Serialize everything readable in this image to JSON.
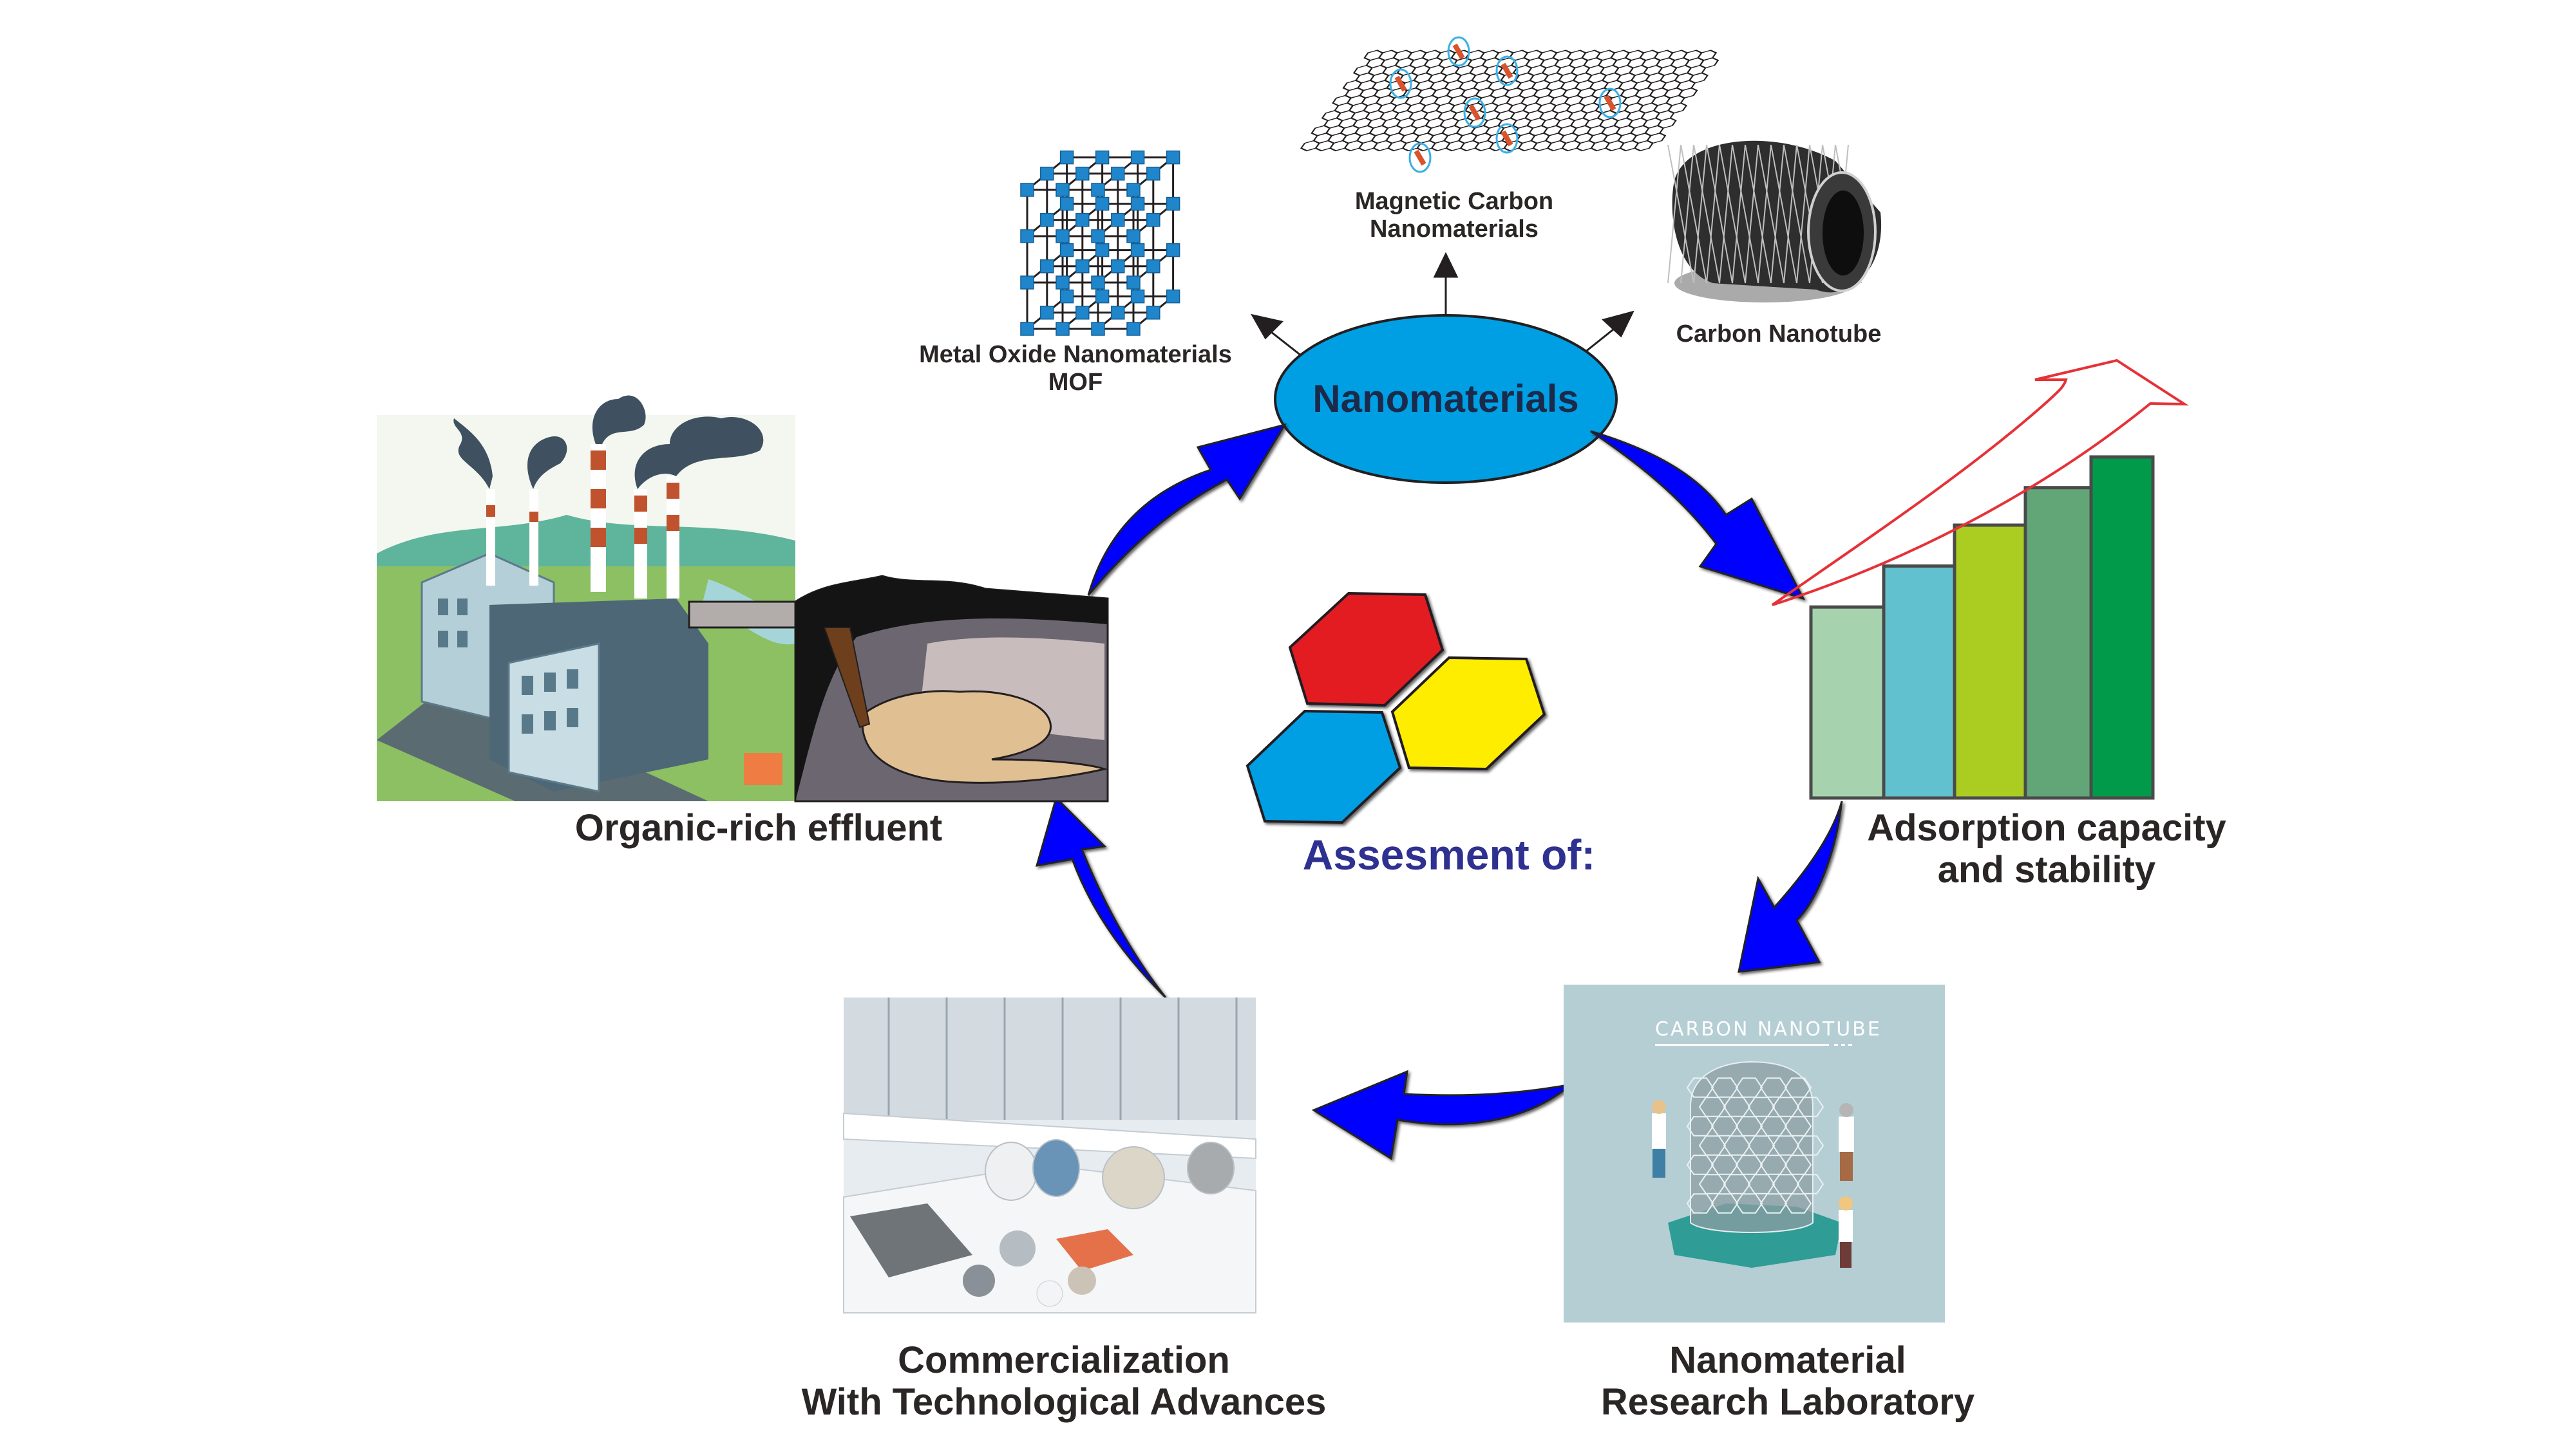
{
  "diagram": {
    "center": {
      "label": "Nanomaterials",
      "fill": "#009fe3"
    },
    "nanomaterial_types": [
      {
        "label_line1": "Metal Oxide Nanomaterials",
        "label_line2": "MOF",
        "icon": "mof-lattice-icon"
      },
      {
        "label_line1": "Magnetic Carbon",
        "label_line2": "Nanomaterials",
        "icon": "graphene-sheet-icon"
      },
      {
        "label_line1": "Carbon Nanotube",
        "label_line2": "",
        "icon": "carbon-nanotube-icon"
      }
    ],
    "stages": [
      {
        "id": "effluent",
        "label_line1": "Organic-rich effluent",
        "label_line2": "",
        "image": "factory-effluent-illustration"
      },
      {
        "id": "adsorption",
        "label_line1": "Adsorption capacity",
        "label_line2": "and stability",
        "image": "rising-bar-chart-icon"
      },
      {
        "id": "laboratory",
        "label_line1": "Nanomaterial",
        "label_line2": "Research Laboratory",
        "image": "carbon-nanotube-lab-poster",
        "poster_title": "CARBON NANOTUBE"
      },
      {
        "id": "commercialization",
        "label_line1": "Commercialization",
        "label_line2": "With Technological Advances",
        "image": "commercial-lab-photo"
      }
    ],
    "assessment": {
      "label": "Assesment of:",
      "hexagon_colors": [
        "#e31e24",
        "#ffed00",
        "#009fe3"
      ],
      "text_color": "#2e3190"
    },
    "cycle_arrow_color": "#0000ff",
    "growth_bars": {
      "relative_heights": [
        0.56,
        0.68,
        0.8,
        0.91,
        1.0
      ],
      "colors": [
        "#a6d3ae",
        "#62c1cf",
        "#abcd22",
        "#62a678",
        "#009a4a"
      ],
      "trend_arrow_color": "#e53238"
    }
  }
}
